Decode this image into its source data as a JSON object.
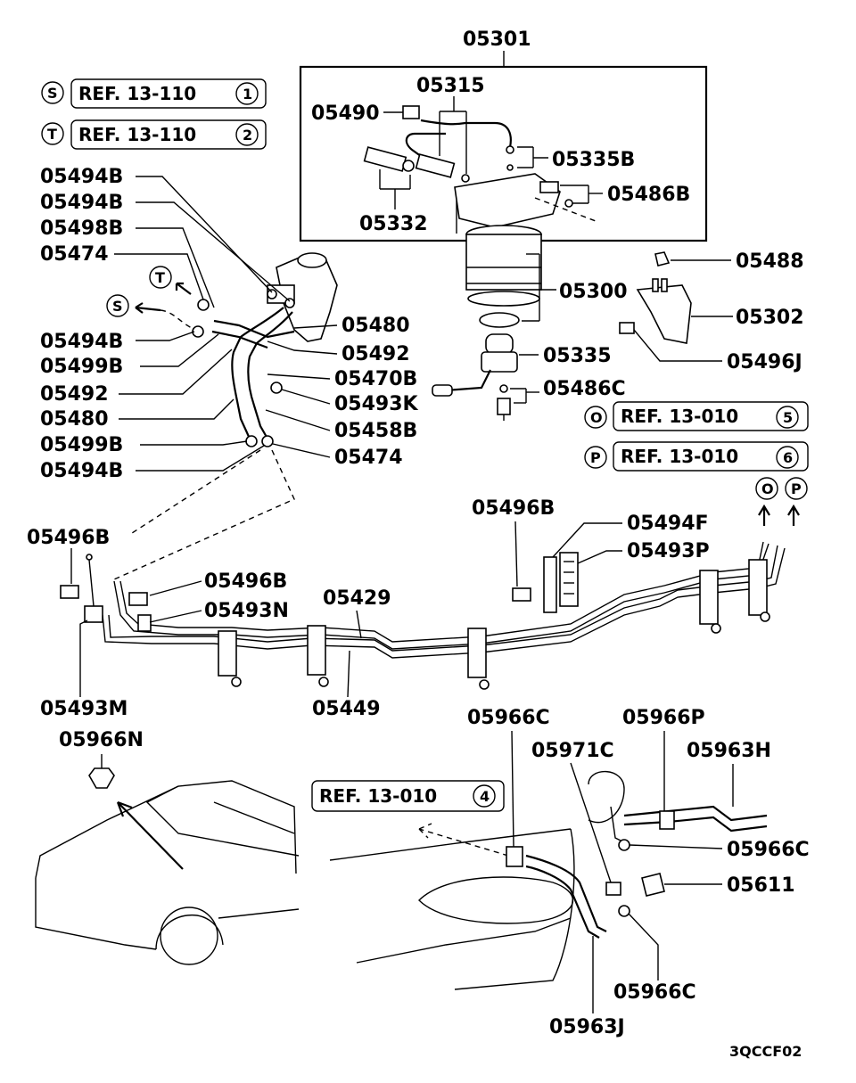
{
  "labels": {
    "p05301": "05301",
    "p05315": "05315",
    "p05490": "05490",
    "p05335B": "05335B",
    "p05486B": "05486B",
    "p05332": "05332",
    "p05488": "05488",
    "p05300": "05300",
    "p05302": "05302",
    "p05335": "05335",
    "p05496J": "05496J",
    "p05486C": "05486C",
    "p05494B_1": "05494B",
    "p05494B_2": "05494B",
    "p05498B": "05498B",
    "p05474_1": "05474",
    "p05494B_3": "05494B",
    "p05499B_1": "05499B",
    "p05492_1": "05492",
    "p05480_1": "05480",
    "p05499B_2": "05499B",
    "p05494B_4": "05494B",
    "p05480_2": "05480",
    "p05492_2": "05492",
    "p05470B": "05470B",
    "p05493K": "05493K",
    "p05458B": "05458B",
    "p05474_2": "05474",
    "p05496B_1": "05496B",
    "p05496B_2": "05496B",
    "p05496B_3": "05496B",
    "p05494F": "05494F",
    "p05493P": "05493P",
    "p05429": "05429",
    "p05493N": "05493N",
    "p05493M": "05493M",
    "p05449": "05449",
    "p05966N": "05966N",
    "p05966C_1": "05966C",
    "p05966P": "05966P",
    "p05971C": "05971C",
    "p05963H": "05963H",
    "p05966C_2": "05966C",
    "p05611": "05611",
    "p05966C_3": "05966C",
    "p05963J": "05963J"
  },
  "references": {
    "s": {
      "letter": "S",
      "text": "REF. 13-110",
      "num": "1"
    },
    "t": {
      "letter": "T",
      "text": "REF. 13-110",
      "num": "2"
    },
    "o": {
      "letter": "O",
      "text": "REF. 13-010",
      "num": "5"
    },
    "p": {
      "letter": "P",
      "text": "REF. 13-010",
      "num": "6"
    },
    "four": {
      "text": "REF. 13-010",
      "num": "4"
    }
  },
  "markers": {
    "t": "T",
    "s": "S",
    "o": "O",
    "p": "P"
  },
  "diagram_code": "3QCCF02"
}
